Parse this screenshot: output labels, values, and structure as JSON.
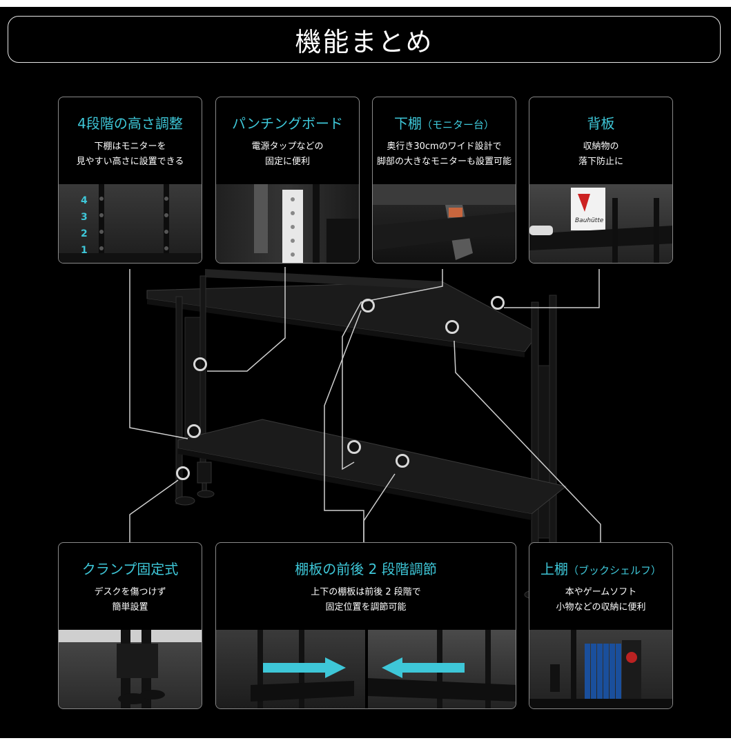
{
  "title": "機能まとめ",
  "cards_top": [
    {
      "title": "4段階の高さ調整",
      "desc": "下棚はモニターを\n見やすい高さに設置できる",
      "levels": [
        "4",
        "3",
        "2",
        "1"
      ]
    },
    {
      "title": "パンチングボード",
      "desc": "電源タップなどの\n固定に便利"
    },
    {
      "title": "下棚",
      "title_sub": "（モニター台）",
      "desc": "奥行き30cmのワイド設計で\n脚部の大きなモニターも設置可能"
    },
    {
      "title": "背板",
      "desc": "収納物の\n落下防止に",
      "book_text": "Bauhütte"
    }
  ],
  "cards_bottom": [
    {
      "title": "クランプ固定式",
      "desc": "デスクを傷つけず\n簡単設置"
    },
    {
      "title": "棚板の前後 2 段階調節",
      "desc": "上下の棚板は前後 2 段階で\n固定位置を調節可能"
    },
    {
      "title": "上棚",
      "title_sub": "（ブックシェルフ）",
      "desc": "本やゲームソフト\n小物などの収納に便利"
    }
  ],
  "colors": {
    "background": "#000000",
    "accent": "#3ec7d8",
    "text": "#ffffff",
    "border": "#8a8a8a",
    "callout_line": "#cfcfcf"
  },
  "icons": [
    "callout-ring-icon",
    "arrow-right-icon",
    "arrow-left-icon"
  ]
}
